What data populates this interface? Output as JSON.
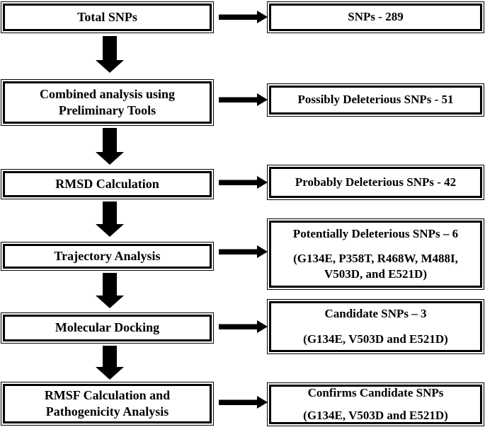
{
  "flow": {
    "colors": {
      "ink": "#000000",
      "background": "#ffffff"
    },
    "rows": [
      {
        "step_lines": [
          "Total SNPs"
        ],
        "result_lines": [
          "SNPs - 289"
        ]
      },
      {
        "step_lines": [
          "Combined analysis using",
          "Preliminary Tools"
        ],
        "result_lines": [
          "Possibly Deleterious SNPs - 51"
        ]
      },
      {
        "step_lines": [
          "RMSD Calculation"
        ],
        "result_lines": [
          "Probably Deleterious SNPs - 42"
        ]
      },
      {
        "step_lines": [
          "Trajectory Analysis"
        ],
        "result_heading": "Potentially Deleterious SNPs – 6",
        "result_detail_lines": [
          "(G134E, P358T, R468W, M488I,",
          "V503D, and E521D)"
        ]
      },
      {
        "step_lines": [
          "Molecular Docking"
        ],
        "result_heading": "Candidate SNPs – 3",
        "result_detail_lines": [
          "(G134E, V503D and E521D)"
        ]
      },
      {
        "step_lines": [
          "RMSF Calculation and",
          "Pathogenicity Analysis"
        ],
        "result_heading": "Confirms Candidate SNPs",
        "result_detail_lines": [
          "(G134E, V503D and E521D)"
        ]
      }
    ]
  }
}
